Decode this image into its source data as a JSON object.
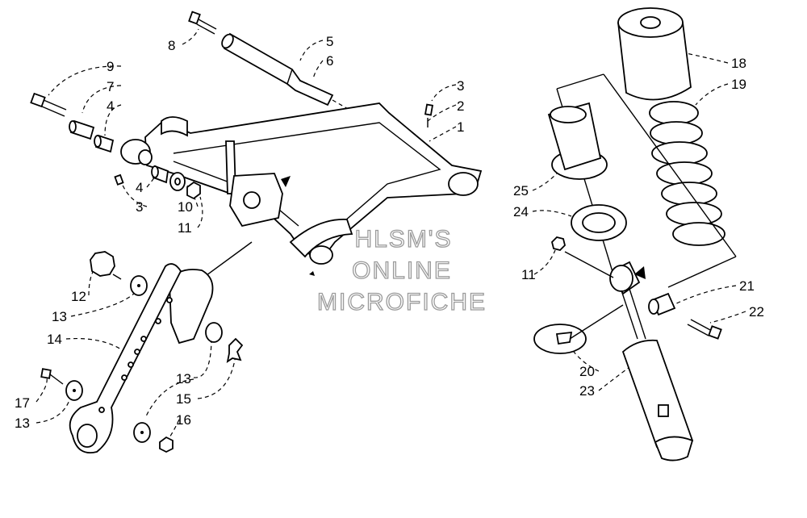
{
  "watermark": {
    "line1": "HLSM'S",
    "line2": "ONLINE",
    "line3": "MICROFICHE"
  },
  "callouts": {
    "c8": "8",
    "c5": "5",
    "c6": "6",
    "c9": "9",
    "c7": "7",
    "c4a": "4",
    "c3a": "3",
    "c2": "2",
    "c1": "1",
    "c4b": "4",
    "c3b": "3",
    "c10": "10",
    "c11a": "11",
    "c12": "12",
    "c13a": "13",
    "c14": "14",
    "c13b": "13",
    "c15": "15",
    "c17": "17",
    "c13c": "13",
    "c16": "16",
    "c18": "18",
    "c19": "19",
    "c25": "25",
    "c24": "24",
    "c11b": "11",
    "c21": "21",
    "c22": "22",
    "c20": "20",
    "c23": "23"
  }
}
